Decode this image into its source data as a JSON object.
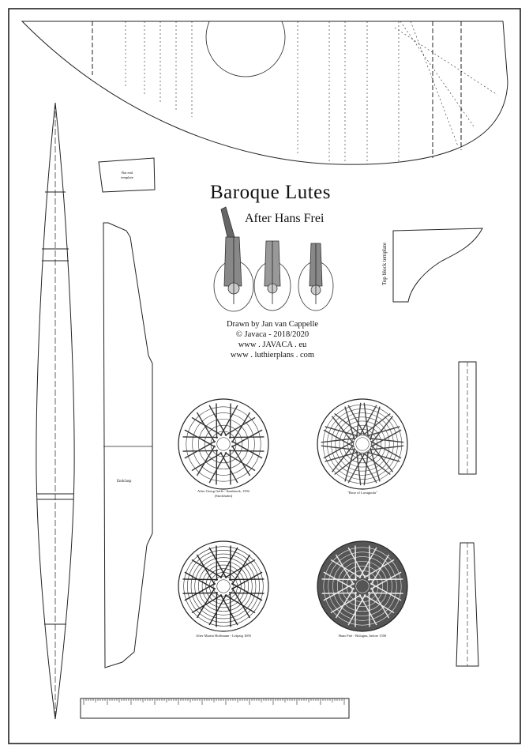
{
  "title": "Baroque  Lutes",
  "subtitle": "After Hans Frei",
  "credits": {
    "drawn_by": "Drawn by Jan van Cappelle",
    "copyright": "©  Javaca -  2018/2020",
    "site1": "www  .  JAVACA  .  eu",
    "site2": "www . luthierplans . com"
  },
  "templates": {
    "bar_end": "Bar end\ntemplate",
    "top_block": "Top block template",
    "endclasp": "Endclasp"
  },
  "roses": [
    {
      "caption": "After Georg Gerle - Innsbruck, 1592",
      "caption2": "(Stockholm)"
    },
    {
      "caption": "\"Rose of Lavagnola\""
    },
    {
      "caption": "After Martin Hoffmann - Leipzig 1695"
    },
    {
      "caption": "Hans Frei - Bologna, before 1550"
    }
  ],
  "colors": {
    "line": "#222222",
    "background": "#ffffff"
  }
}
